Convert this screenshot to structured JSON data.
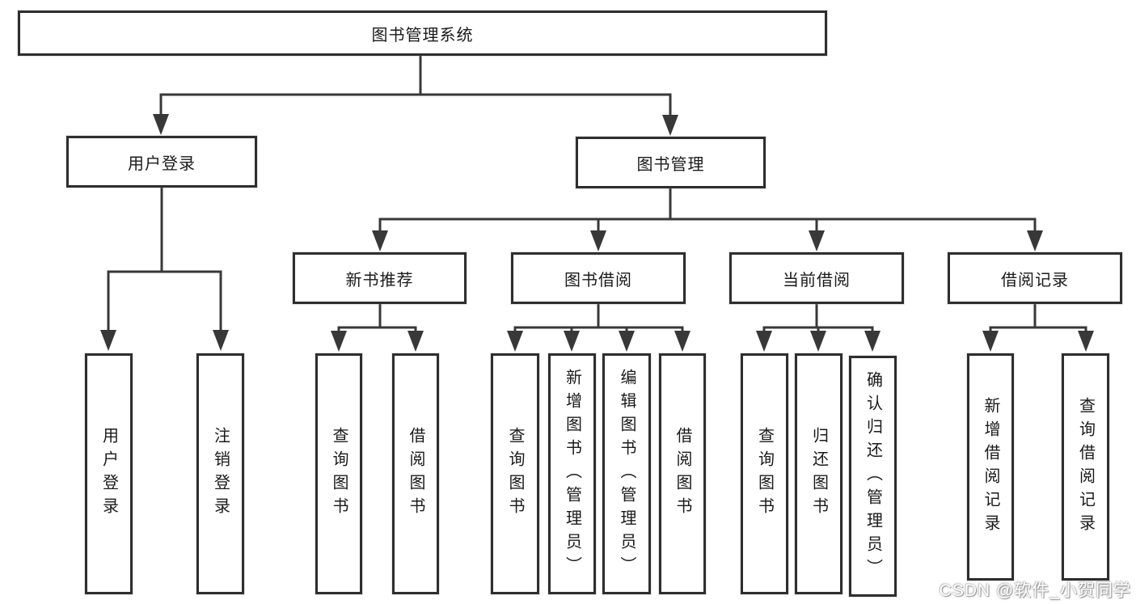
{
  "diagram": {
    "root": {
      "label": "图书管理系统"
    },
    "branches": [
      {
        "label": "用户登录",
        "children": [
          {
            "label": "用户登录"
          },
          {
            "label": "注销登录"
          }
        ]
      },
      {
        "label": "图书管理",
        "children": [
          {
            "label": "新书推荐",
            "children": [
              {
                "label": "查询图书"
              },
              {
                "label": "借阅图书"
              }
            ]
          },
          {
            "label": "图书借阅",
            "children": [
              {
                "label": "查询图书"
              },
              {
                "label": "新增图书（管理员）"
              },
              {
                "label": "编辑图书（管理员）"
              },
              {
                "label": "借阅图书"
              }
            ]
          },
          {
            "label": "当前借阅",
            "children": [
              {
                "label": "查询图书"
              },
              {
                "label": "归还图书"
              },
              {
                "label": "确认归还（管理员）"
              }
            ]
          },
          {
            "label": "借阅记录",
            "children": [
              {
                "label": "新增借阅记录"
              },
              {
                "label": "查询借阅记录"
              }
            ]
          }
        ]
      }
    ]
  },
  "watermark": {
    "text": "CSDN @软件_小贺同学"
  },
  "colors": {
    "line": "#383838",
    "box_border": "#2e2e2e",
    "text": "#1a1a1a",
    "background": "#ffffff",
    "watermark_text": "#ffffff"
  }
}
